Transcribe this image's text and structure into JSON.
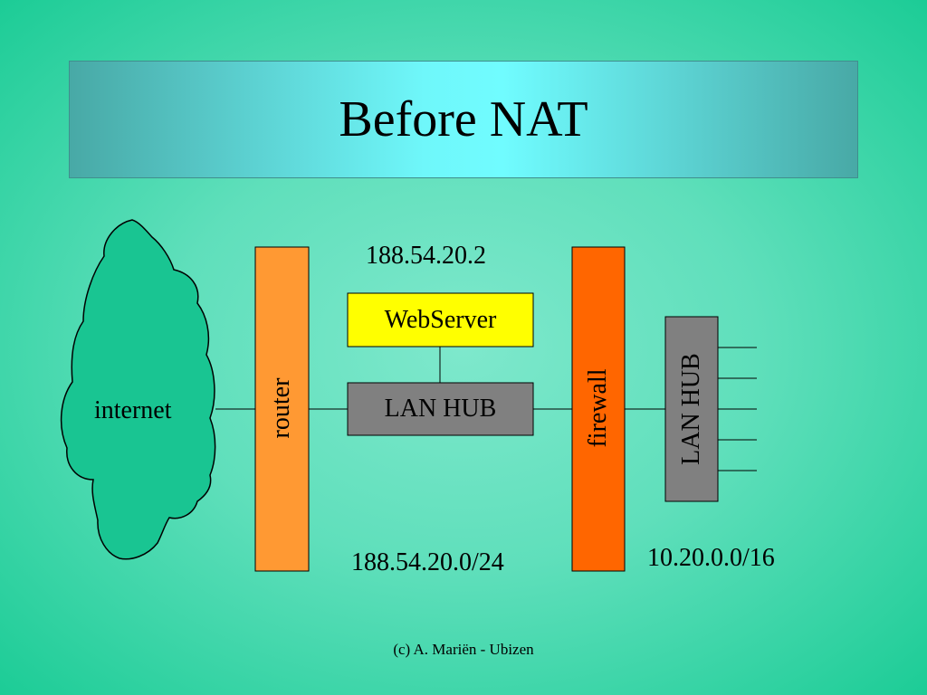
{
  "title": "Before NAT",
  "nodes": {
    "internet": "internet",
    "router": "router",
    "webserver": "WebServer",
    "lan_hub_dmz": "LAN HUB",
    "firewall": "firewall",
    "lan_hub_internal": "LAN HUB"
  },
  "addresses": {
    "webserver_ip": "188.54.20.2",
    "dmz_subnet": "188.54.20.0/24",
    "internal_subnet": "10.20.0.0/16"
  },
  "footer": "(c) A. Mariën - Ubizen",
  "colors": {
    "cloud": "#19c592",
    "router": "#ff9933",
    "firewall": "#ff6600",
    "webserver": "#ffff00",
    "hub": "#808080",
    "title_band": "#70fcff"
  }
}
